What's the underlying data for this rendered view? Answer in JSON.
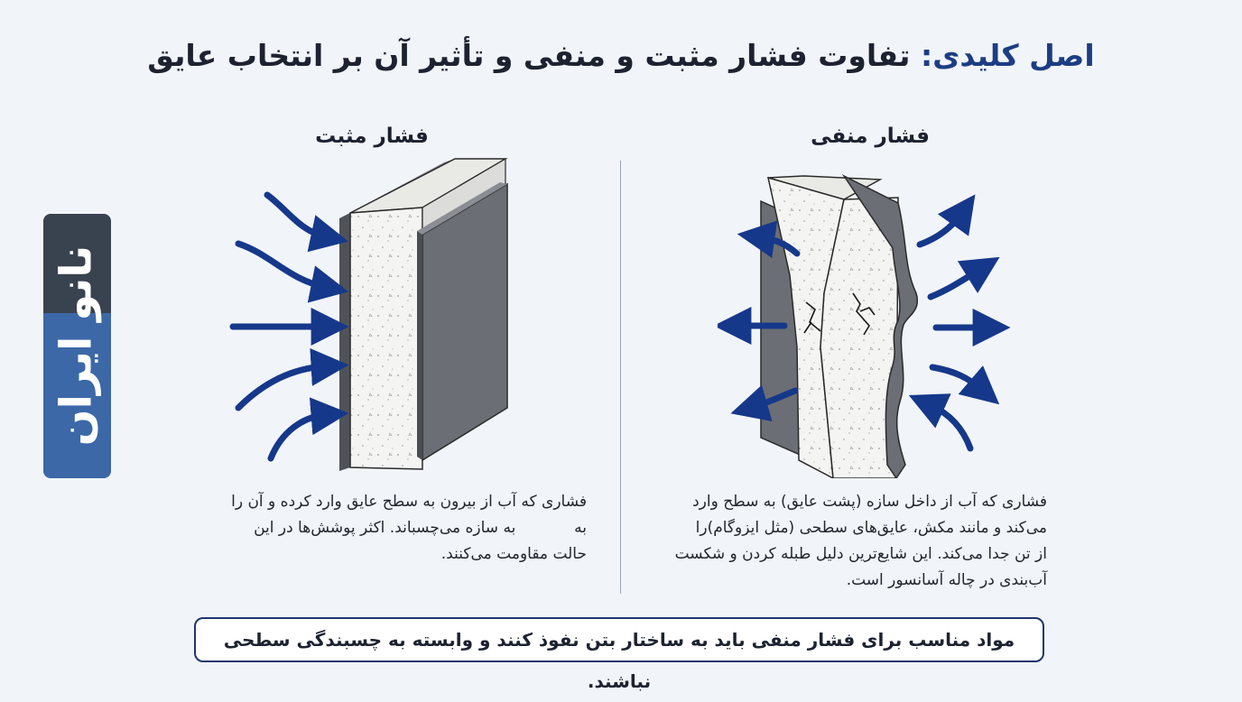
{
  "title": {
    "accent": "اصل کلیدی:",
    "rest": "تفاوت فشار مثبت و منفی و تأثیر آن بر انتخاب عایق"
  },
  "positive": {
    "heading": "فشار مثبت",
    "lines": [
      "فشاری که آب از بیرون به سطح عایق وارد کرده و آن را",
      "به            به سازه می‌چسباند. اکثر پوشش‌ها در این",
      "حالت مقاومت می‌کنند."
    ]
  },
  "negative": {
    "heading": "فشار منفی",
    "lines": [
      "فشاری که آب از داخل سازه (پشت عایق) به سطح وارد",
      "می‌کند و مانند مکش، عایق‌های سطحی (مثل ایزوگام)را",
      "از تن جدا می‌کند. این شایع‌ترین دلیل طبله کردن و شکست",
      "آب‌بندی در چاله آسانسور است."
    ]
  },
  "callout": "مواد مناسب برای فشار منفی باید به ساختار بتن نفوذ کنند و وابسته به چسبندگی سطحی نباشند.",
  "brand": "نانو ایران",
  "colors": {
    "accent": "#1c3d83",
    "arrow": "#16388a",
    "membrane": "#6b6e74",
    "concrete": "#f4f4f2",
    "brand_dark": "#39424f",
    "brand_blue": "#3c68a7"
  }
}
